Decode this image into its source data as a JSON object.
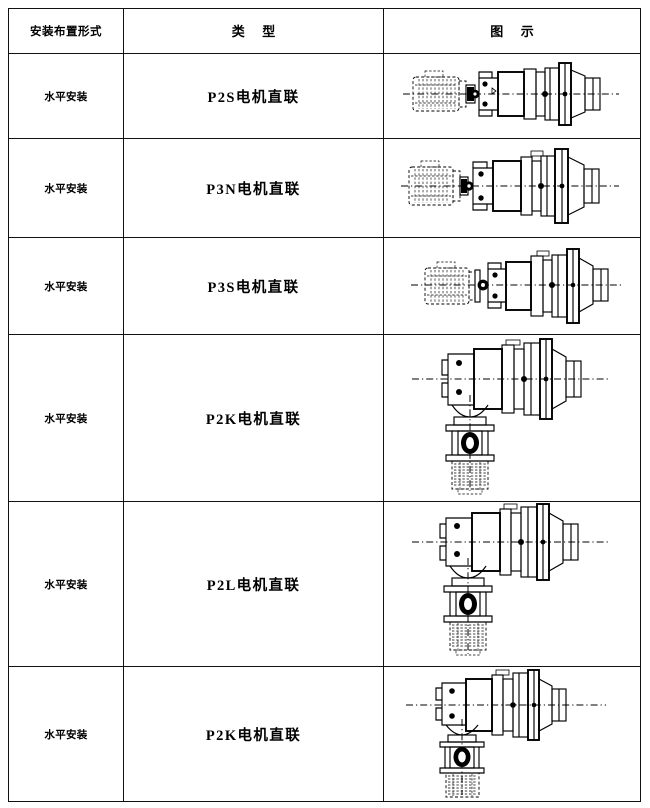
{
  "document": {
    "type": "specification-table",
    "language": "zh-CN",
    "background_color": "#ffffff",
    "line_color": "#111111"
  },
  "table": {
    "columns": [
      {
        "key": "mounting",
        "header": "安装布置形式"
      },
      {
        "key": "type",
        "header": "类   型"
      },
      {
        "key": "figure",
        "header": "图   示"
      }
    ],
    "rows": [
      {
        "mounting": "水平安装",
        "type": "P2S电机直联",
        "figure": {
          "name": "p2s-horizontal-direct-drive-diagram",
          "orientation": "horizontal",
          "motor_style": "hidden-dashed",
          "motor_position": "left"
        }
      },
      {
        "mounting": "水平安装",
        "type": "P3N电机直联",
        "figure": {
          "name": "p3n-horizontal-direct-drive-diagram",
          "orientation": "horizontal",
          "motor_style": "hidden-dashed",
          "motor_position": "left"
        }
      },
      {
        "mounting": "水平安装",
        "type": "P3S电机直联",
        "figure": {
          "name": "p3s-horizontal-direct-drive-diagram",
          "orientation": "horizontal",
          "motor_style": "hidden-dashed",
          "motor_position": "left"
        }
      },
      {
        "mounting": "水平安装",
        "type": "P2K电机直联",
        "figure": {
          "name": "p2k-right-angle-direct-drive-diagram",
          "orientation": "right-angle",
          "motor_style": "hidden-dashed",
          "motor_position": "bottom"
        }
      },
      {
        "mounting": "水平安装",
        "type": "P2L电机直联",
        "figure": {
          "name": "p2l-right-angle-direct-drive-diagram",
          "orientation": "right-angle",
          "motor_style": "hidden-dashed",
          "motor_position": "bottom"
        }
      },
      {
        "mounting": "水平安装",
        "type": "P2K电机直联",
        "figure": {
          "name": "p2k-right-angle-direct-drive-diagram-2",
          "orientation": "right-angle",
          "motor_style": "hidden-dashed",
          "motor_position": "bottom"
        }
      }
    ]
  }
}
